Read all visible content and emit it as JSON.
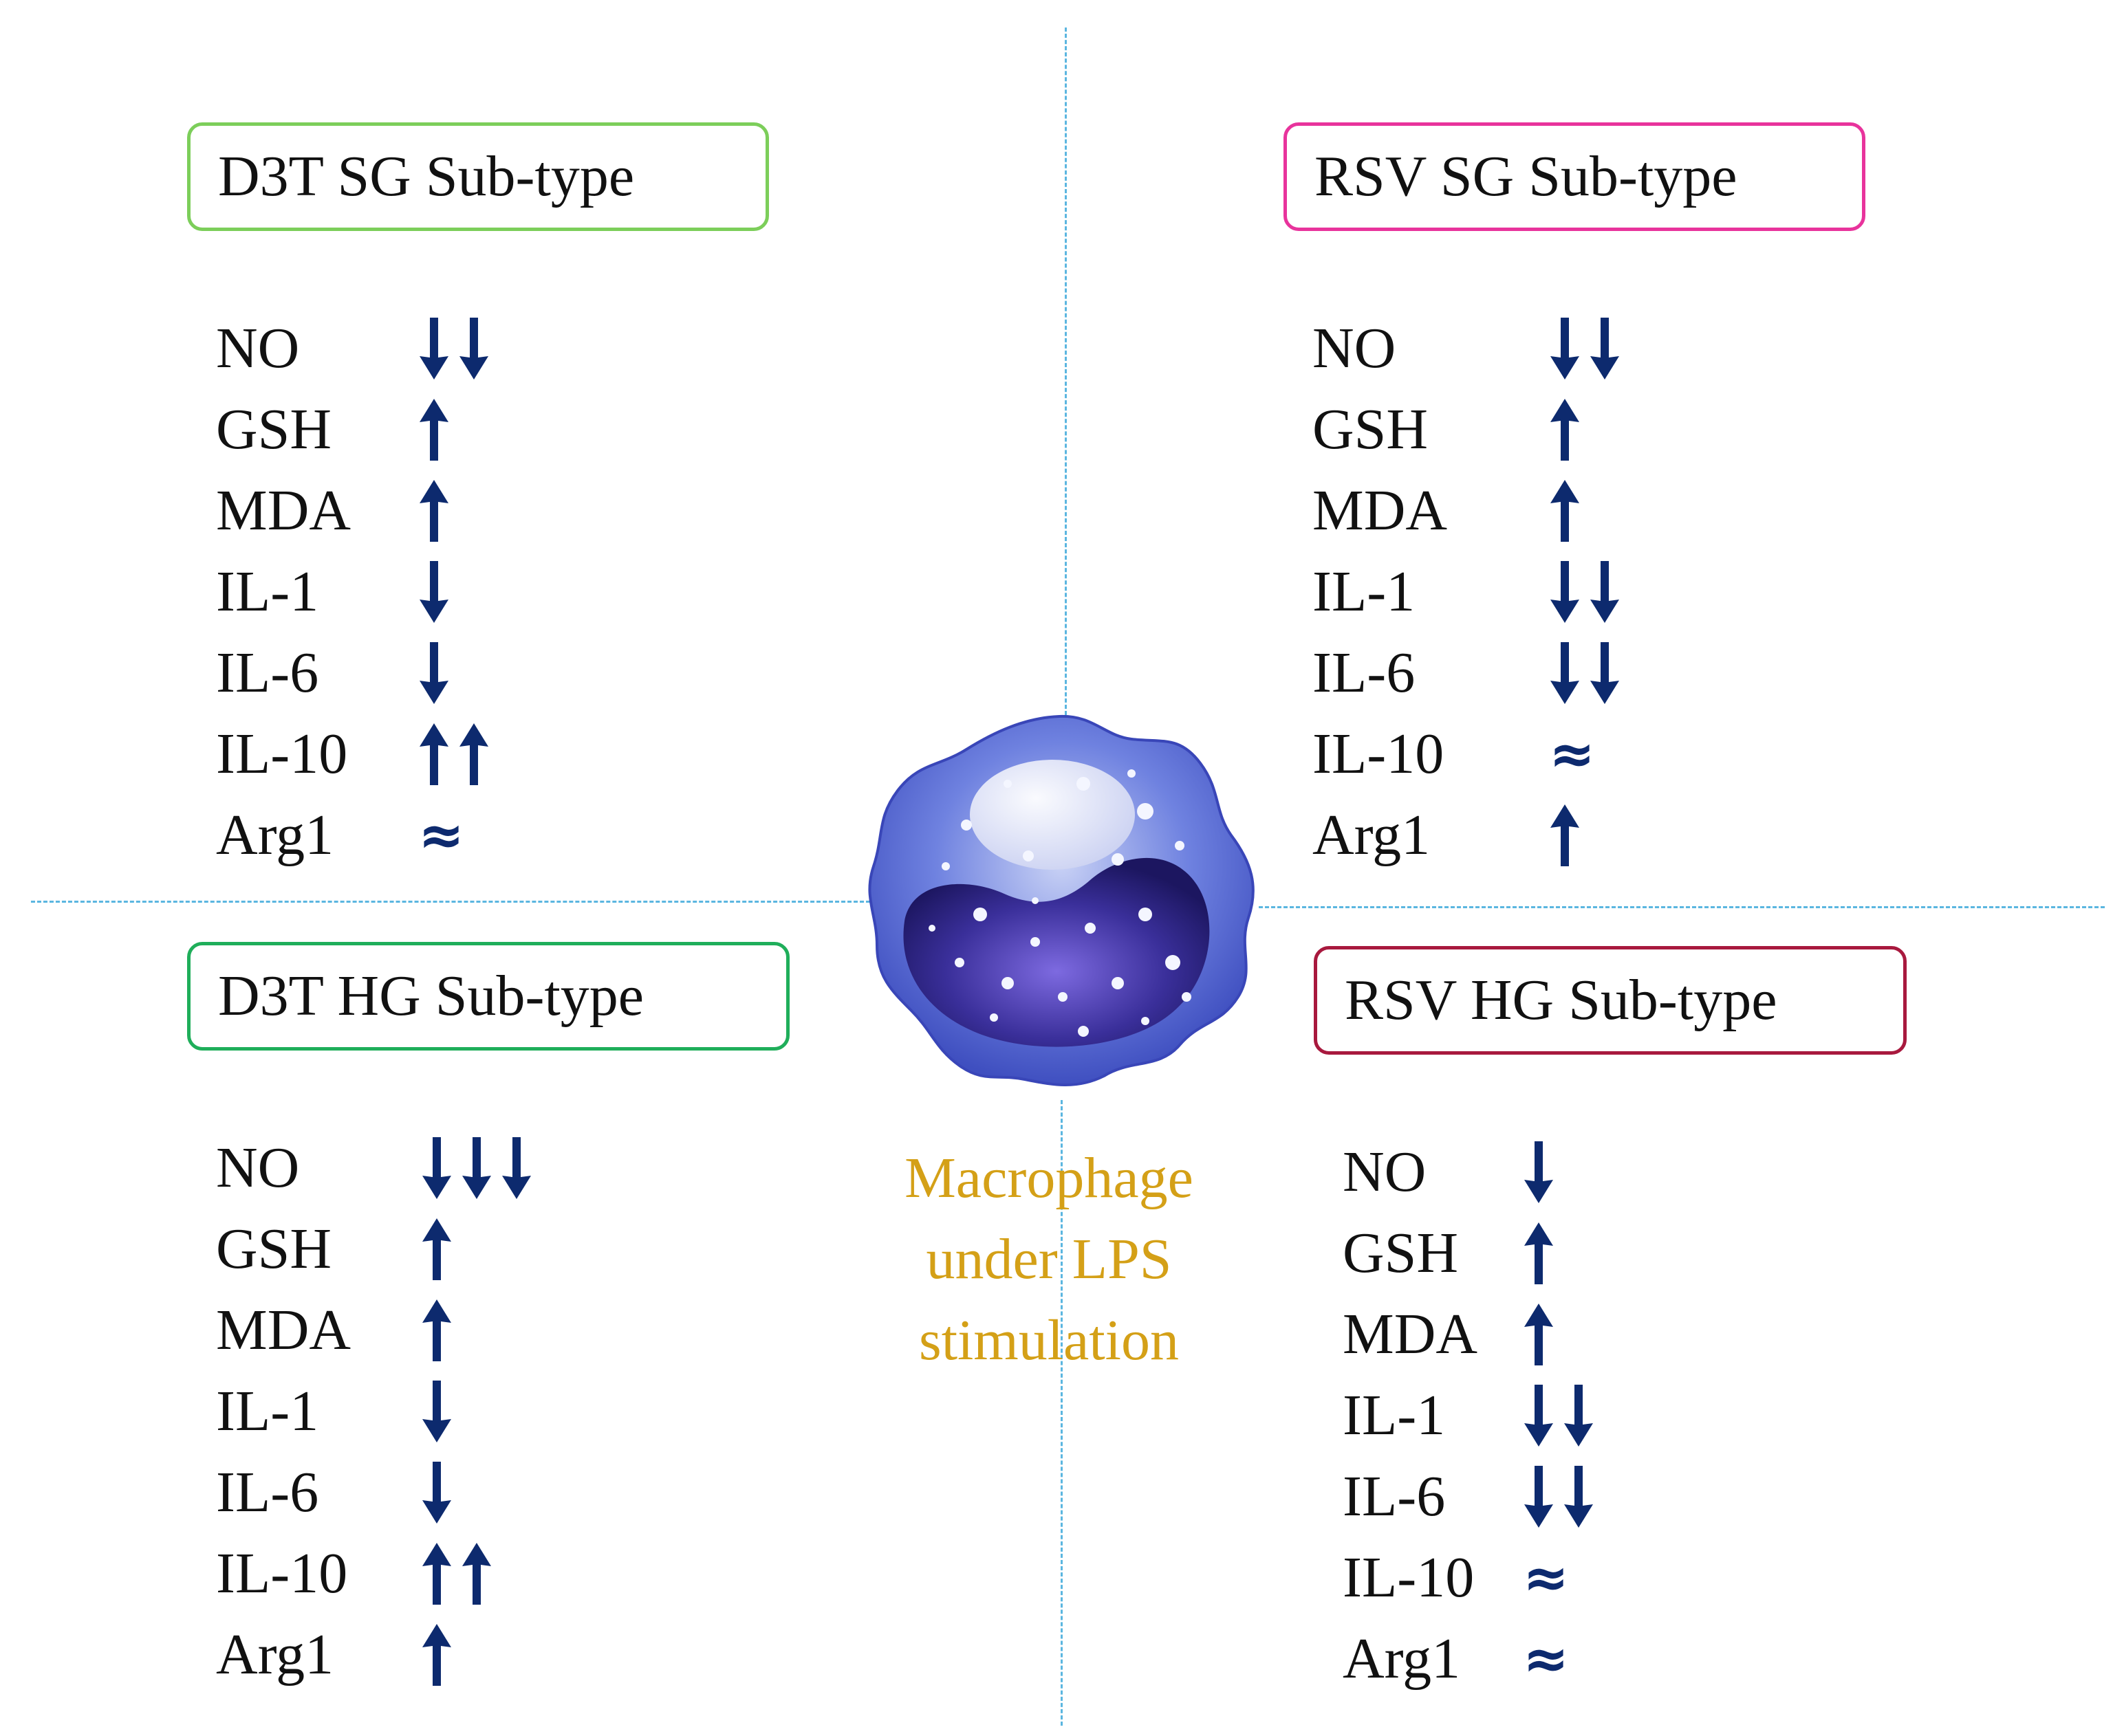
{
  "colors": {
    "arrow": "#0d2a6e",
    "divider": "#5bb6e0",
    "caption": "#d4a017"
  },
  "caption": {
    "lines": [
      "Macrophage",
      "under LPS",
      "stimulation"
    ]
  },
  "quadrants": [
    {
      "id": "d3t-sg",
      "title": "D3T SG Sub-type",
      "border_color": "#7cce5a",
      "markers": [
        {
          "name": "NO",
          "change": "down2"
        },
        {
          "name": "GSH",
          "change": "up1"
        },
        {
          "name": "MDA",
          "change": "up1"
        },
        {
          "name": "IL-1",
          "change": "down1"
        },
        {
          "name": "IL-6",
          "change": "down1"
        },
        {
          "name": "IL-10",
          "change": "up2"
        },
        {
          "name": "Arg1",
          "change": "approx"
        }
      ]
    },
    {
      "id": "rsv-sg",
      "title": "RSV SG Sub-type",
      "border_color": "#e8339c",
      "markers": [
        {
          "name": "NO",
          "change": "down2"
        },
        {
          "name": "GSH",
          "change": "up1"
        },
        {
          "name": "MDA",
          "change": "up1"
        },
        {
          "name": "IL-1",
          "change": "down2"
        },
        {
          "name": "IL-6",
          "change": "down2"
        },
        {
          "name": "IL-10",
          "change": "approx"
        },
        {
          "name": "Arg1",
          "change": "up1"
        }
      ]
    },
    {
      "id": "d3t-hg",
      "title": "D3T HG Sub-type",
      "border_color": "#1fae5a",
      "markers": [
        {
          "name": "NO",
          "change": "down3"
        },
        {
          "name": "GSH",
          "change": "up1"
        },
        {
          "name": "MDA",
          "change": "up1"
        },
        {
          "name": "IL-1",
          "change": "down1"
        },
        {
          "name": "IL-6",
          "change": "down1"
        },
        {
          "name": "IL-10",
          "change": "up2"
        },
        {
          "name": "Arg1",
          "change": "up1"
        }
      ]
    },
    {
      "id": "rsv-hg",
      "title": "RSV HG Sub-type",
      "border_color": "#a8193e",
      "markers": [
        {
          "name": "NO",
          "change": "down1"
        },
        {
          "name": "GSH",
          "change": "up1"
        },
        {
          "name": "MDA",
          "change": "up1"
        },
        {
          "name": "IL-1",
          "change": "down2"
        },
        {
          "name": "IL-6",
          "change": "down2"
        },
        {
          "name": "IL-10",
          "change": "approx"
        },
        {
          "name": "Arg1",
          "change": "approx"
        }
      ]
    }
  ]
}
